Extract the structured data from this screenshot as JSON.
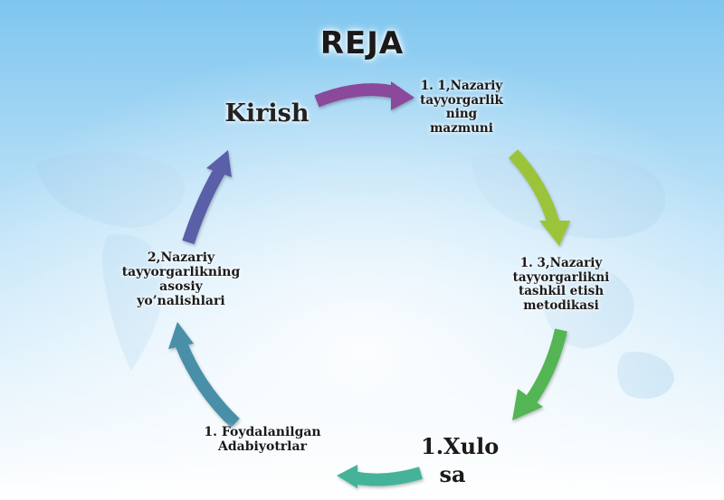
{
  "title": "REJA",
  "nodes": {
    "kirish": "Kirish",
    "node1": [
      "1. 1,Nazariy",
      "tayyorgarlik",
      "ning",
      "mazmuni"
    ],
    "node3": [
      "1. 3,Nazariy",
      "tayyorgarlikni",
      "tashkil etish",
      "metodikasi"
    ],
    "xulosa": [
      "1.Xulo",
      "sa"
    ],
    "poydalanilgan": [
      "1. Foydalanilgan",
      "Adabiyotrlar"
    ],
    "node2": [
      "2,Nazariy",
      "tayyorgarlikning",
      "asosiy",
      "yo’nalishlari"
    ]
  },
  "colors": {
    "arrow_top": "#8a4a9a",
    "arrow_right_top": "#9bc43a",
    "arrow_right_bottom": "#52b552",
    "arrow_bottom": "#44b39a",
    "arrow_left_bottom": "#4a8fa8",
    "arrow_left_top": "#5a5fa8"
  }
}
